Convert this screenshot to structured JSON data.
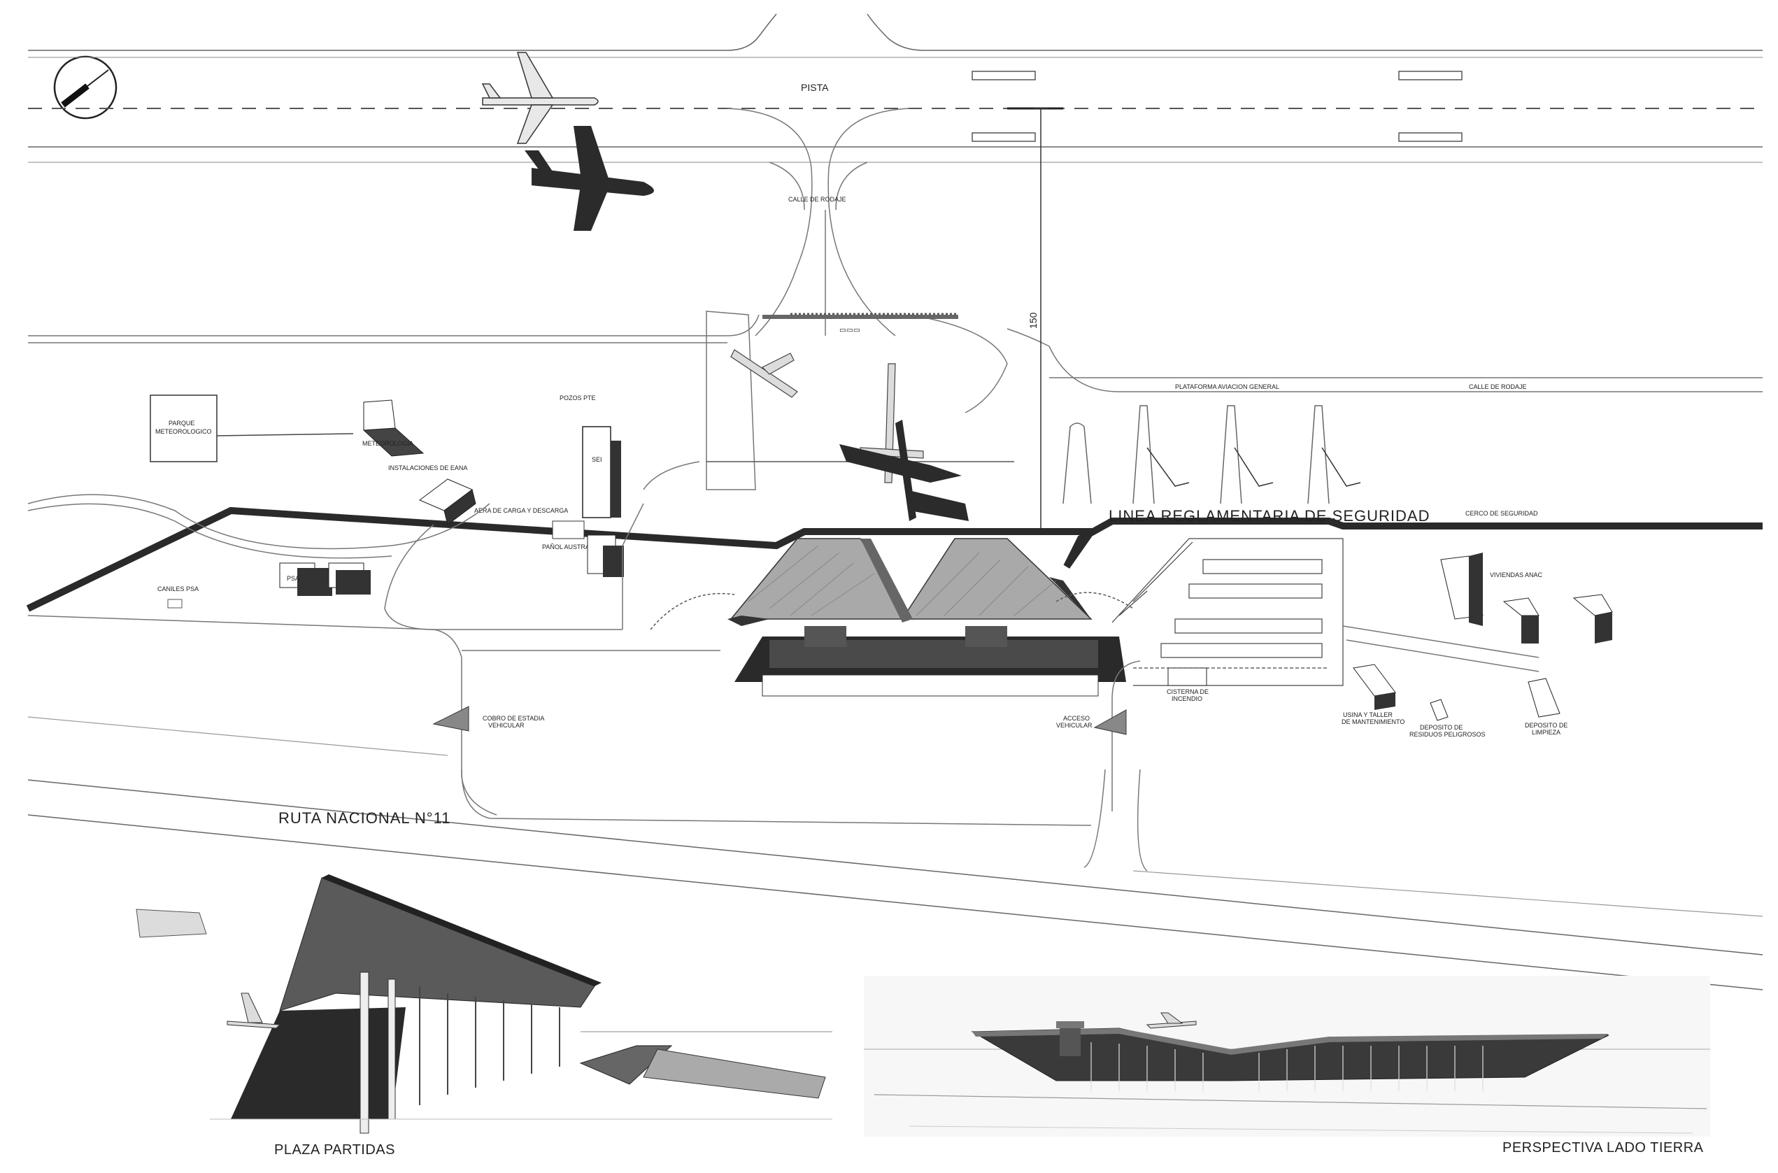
{
  "plan": {
    "pista": "PISTA",
    "calle_rodaje_1": "CALLE DE RODAJE",
    "calle_rodaje_2": "CALLE DE RODAJE",
    "plataforma": "PLATAFORMA AVIACION GENERAL",
    "dim_150": "150",
    "parque_1": "PARQUE",
    "parque_2": "METEOROLOGICO",
    "meteorologia": "METEOROLOGIA",
    "eana": "INSTALACIONES DE EANA",
    "pozos": "POZOS PTE",
    "sei": "SEI",
    "aera_carga": "AERA DE CARGA Y DESCARGA",
    "panol": "PAÑOL AUSTRAL",
    "psa": "PSA",
    "canes": "CANILES PSA",
    "linea_seguridad": "LINEA REGLAMENTARIA DE SEGURIDAD",
    "cerco": "CERCO DE SEGURIDAD",
    "viviendas": "VIVIENDAS ANAC",
    "cisterna_1": "CISTERNA DE",
    "cisterna_2": "INCENDIO",
    "cobro_1": "COBRO DE ESTADIA",
    "cobro_2": "VEHICULAR",
    "acceso_1": "ACCESO",
    "acceso_2": "VEHICULAR",
    "usina_1": "USINA Y TALLER",
    "usina_2": "DE MANTENIMIENTO",
    "deposito_res_1": "DEPOSITO DE",
    "deposito_res_2": "RESIDUOS PELIGROSOS",
    "deposito_limp_1": "DEPOSITO DE",
    "deposito_limp_2": "LIMPIEZA",
    "ruta": "RUTA NACIONAL N°11"
  },
  "perspectives": {
    "plaza": "PLAZA PARTIDAS",
    "lado_tierra": "PERSPECTIVA LADO TIERRA"
  },
  "colors": {
    "ink": "#222222",
    "fill_dark": "#2a2a2a",
    "fill_mid": "#8a8a8a",
    "roof": "#a9a9a9",
    "line": "#6a6a6a"
  }
}
